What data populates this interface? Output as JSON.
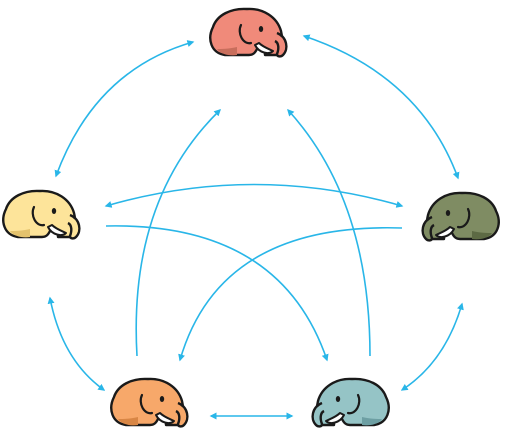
{
  "colors": {
    "arrow": "#29b6e8",
    "outline": "#1a1a1a",
    "tusk": "#ffffff",
    "background": "#ffffff"
  },
  "nodes": [
    {
      "id": "mammoth-red",
      "icon": "mammoth-icon",
      "body": "#f08a7a",
      "shade": "#c86e5c"
    },
    {
      "id": "mammoth-green",
      "icon": "mammoth-icon",
      "body": "#7f8c63",
      "shade": "#5d6a44"
    },
    {
      "id": "mammoth-teal",
      "icon": "mammoth-icon",
      "body": "#95c4c6",
      "shade": "#6d9fa3"
    },
    {
      "id": "mammoth-orange",
      "icon": "mammoth-icon",
      "body": "#f7a86a",
      "shade": "#d88645"
    },
    {
      "id": "mammoth-yellow",
      "icon": "mammoth-icon",
      "body": "#fde49a",
      "shade": "#e3c26d"
    }
  ],
  "edges": [
    {
      "from": "mammoth-red",
      "to": "mammoth-yellow",
      "bidirectional": true
    },
    {
      "from": "mammoth-red",
      "to": "mammoth-green",
      "bidirectional": true
    },
    {
      "from": "mammoth-yellow",
      "to": "mammoth-orange",
      "bidirectional": true
    },
    {
      "from": "mammoth-green",
      "to": "mammoth-teal",
      "bidirectional": true
    },
    {
      "from": "mammoth-orange",
      "to": "mammoth-teal",
      "bidirectional": true
    },
    {
      "from": "mammoth-yellow",
      "to": "mammoth-green",
      "bidirectional": true
    },
    {
      "from": "mammoth-yellow",
      "to": "mammoth-teal",
      "bidirectional": false
    },
    {
      "from": "mammoth-green",
      "to": "mammoth-orange",
      "bidirectional": false
    },
    {
      "from": "mammoth-orange",
      "to": "mammoth-red",
      "bidirectional": false
    },
    {
      "from": "mammoth-teal",
      "to": "mammoth-red",
      "bidirectional": false
    }
  ]
}
